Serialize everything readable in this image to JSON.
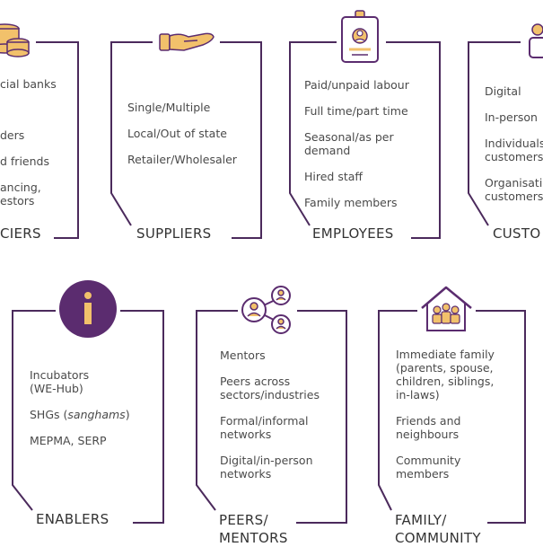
{
  "colors": {
    "frame": "#4b2a5c",
    "icon_purple": "#5b2c6f",
    "icon_gold": "#f2c16b",
    "text": "#4a4a4a"
  },
  "cards": {
    "financiers": {
      "title": "CIERS",
      "icon": "coins-icon",
      "items": [
        "cial banks",
        "ders",
        "d friends",
        "ancing,\nestors"
      ]
    },
    "suppliers": {
      "title": "SUPPLIERS",
      "icon": "hand-icon",
      "items": [
        "Single/Multiple",
        "Local/Out of state",
        "Retailer/Wholesaler"
      ]
    },
    "employees": {
      "title": "EMPLOYEES",
      "icon": "id-badge-icon",
      "items": [
        "Paid/unpaid labour",
        "Full time/part time",
        "Seasonal/as per\ndemand",
        "Hired staff",
        "Family members"
      ]
    },
    "customers": {
      "title": "CUSTO",
      "icon": "people-icon",
      "items": [
        "Digital",
        "In-person",
        "Individuals\ncustomers",
        "Organisati\ncustomers"
      ]
    },
    "enablers": {
      "title": "ENABLERS",
      "icon": "info-icon",
      "info_glyph": "i",
      "items": [
        "Incubators\n(WE-Hub)",
        "MEPMA, SERP"
      ],
      "shg_prefix": "SHGs (",
      "shg_em": "sanghams",
      "shg_suffix": ")"
    },
    "peers": {
      "title": "PEERS/\nMENTORS",
      "icon": "network-icon",
      "items": [
        "Mentors",
        "Peers across\nsectors/industries",
        "Formal/informal\nnetworks",
        "Digital/in-person\nnetworks"
      ]
    },
    "family": {
      "title": "FAMILY/\nCOMMUNITY",
      "icon": "house-family-icon",
      "items": [
        "Immediate family\n(parents, spouse,\nchildren, siblings,\nin-laws)",
        "Friends and\nneighbours",
        "Community\nmembers"
      ]
    }
  }
}
